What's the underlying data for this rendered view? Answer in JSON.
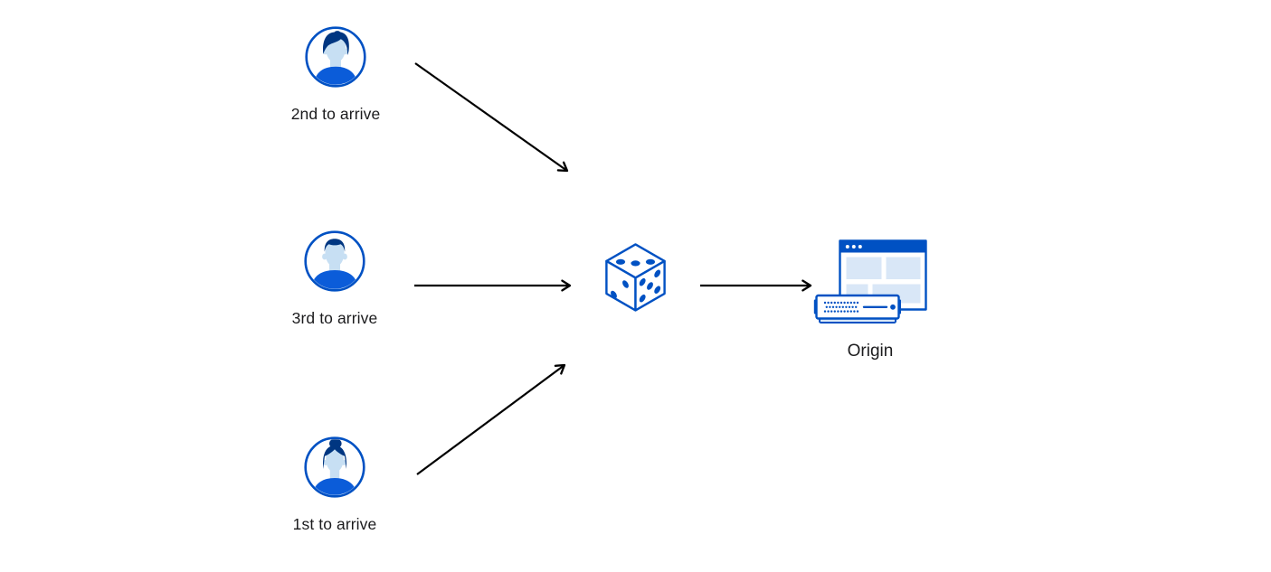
{
  "diagram": {
    "clients": [
      {
        "label": "2nd to arrive",
        "avatar": "man-swept-hair"
      },
      {
        "label": "3rd to arrive",
        "avatar": "man-short-hair"
      },
      {
        "label": "1st to arrive",
        "avatar": "woman-hair-bun"
      }
    ],
    "router": {
      "icon": "dice"
    },
    "origin": {
      "label": "Origin"
    },
    "colors": {
      "primary_blue": "#0051C3",
      "dark_blue": "#003681",
      "shirt_blue": "#0B5CD9",
      "light_blue_fill": "#C7DFF3",
      "pale_blue_fill": "#D9E7F7",
      "arrow_black": "#000000",
      "text_color": "#1B1B1D",
      "background": "#FFFFFF"
    }
  }
}
